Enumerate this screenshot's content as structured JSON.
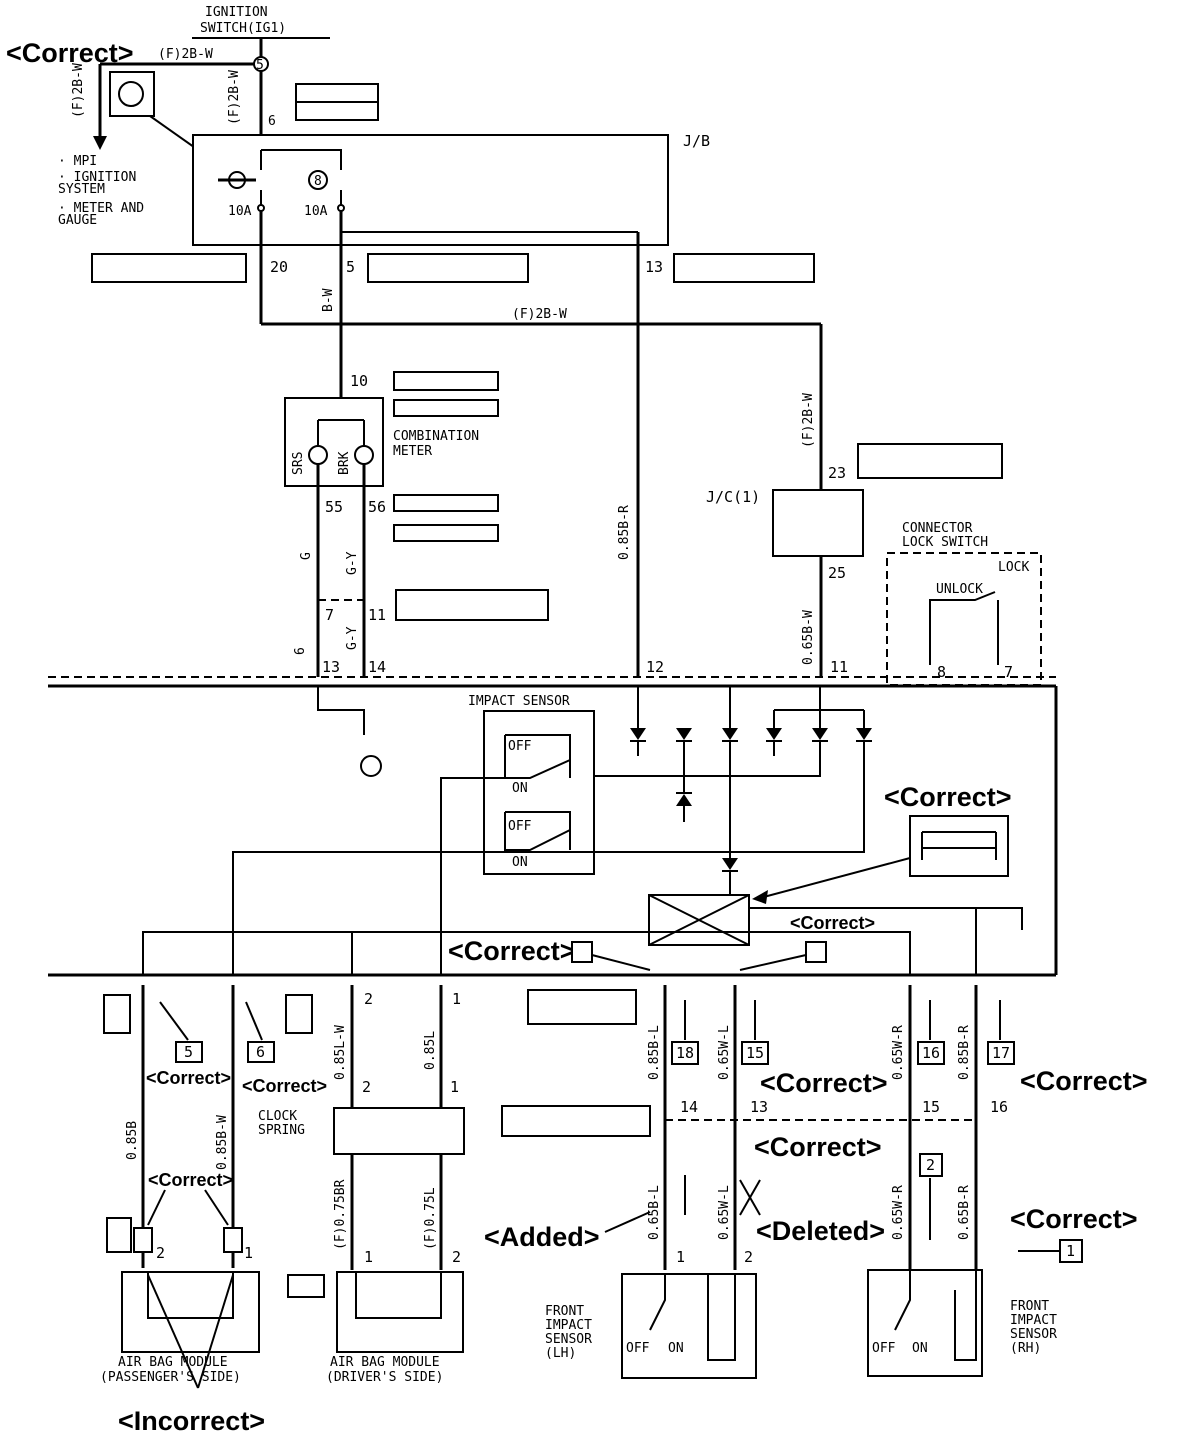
{
  "annotations": {
    "correct": "<Correct>",
    "added": "<Added>",
    "deleted": "<Deleted>",
    "incorrect": "<Incorrect>"
  },
  "labels": {
    "ignition_switch": [
      "IGNITION",
      "SWITCH(IG1)"
    ],
    "jb": "J/B",
    "jc": "J/C(1)",
    "combination_meter": [
      "COMBINATION",
      "METER"
    ],
    "impact_sensor": "IMPACT SENSOR",
    "connector_lock_switch": [
      "CONNECTOR",
      "LOCK SWITCH"
    ],
    "clock_spring": [
      "CLOCK",
      "SPRING"
    ],
    "airbag_pass": [
      "AIR BAG MODULE",
      "(PASSENGER'S SIDE)"
    ],
    "airbag_driver": [
      "AIR BAG MODULE",
      "(DRIVER'S SIDE)"
    ],
    "front_sensor_lh": [
      "FRONT",
      "IMPACT",
      "SENSOR",
      "(LH)"
    ],
    "front_sensor_rh": [
      "FRONT",
      "IMPACT",
      "SENSOR",
      "(RH)"
    ],
    "mpi": [
      "· MPI",
      "· IGNITION",
      "  SYSTEM",
      "· METER AND",
      "  GAUGE"
    ],
    "fuse_10a": "10A",
    "srs": "SRS",
    "brk": "BRK",
    "off": "OFF",
    "on": "ON",
    "unlock": "UNLOCK",
    "lock": "LOCK"
  },
  "wires": {
    "f2bw": "(F)2B-W",
    "bw": "B-W",
    "g": "G",
    "gy": "G-Y",
    "b085r": "0.85B-R",
    "w065b": "0.65B-W",
    "b085": "0.85B",
    "w085b": "0.85B-W",
    "lw085": "0.85L-W",
    "l085": "0.85L",
    "br075": "(F)0.75BR",
    "l075": "(F)0.75L",
    "bl085": "0.85B-L",
    "wl065": "0.65W-L",
    "wr065": "0.65W-R",
    "br085": "0.85B-R",
    "bl085b": "0.65B-L",
    "wl065b": "0.65W-L",
    "wr065b": "0.65W-R",
    "br065b": "0.65B-R"
  },
  "pins": [
    "5",
    "6",
    "20",
    "5",
    "13",
    "10",
    "55",
    "56",
    "23",
    "25",
    "7",
    "11",
    "6",
    "13",
    "14",
    "12",
    "11",
    "8",
    "7",
    "2",
    "1",
    "2",
    "1",
    "1",
    "2",
    "14",
    "13",
    "15",
    "16",
    "1",
    "2"
  ],
  "callouts": [
    "5",
    "6",
    "18",
    "15",
    "16",
    "17",
    "2",
    "1"
  ],
  "fuse_number": "8"
}
